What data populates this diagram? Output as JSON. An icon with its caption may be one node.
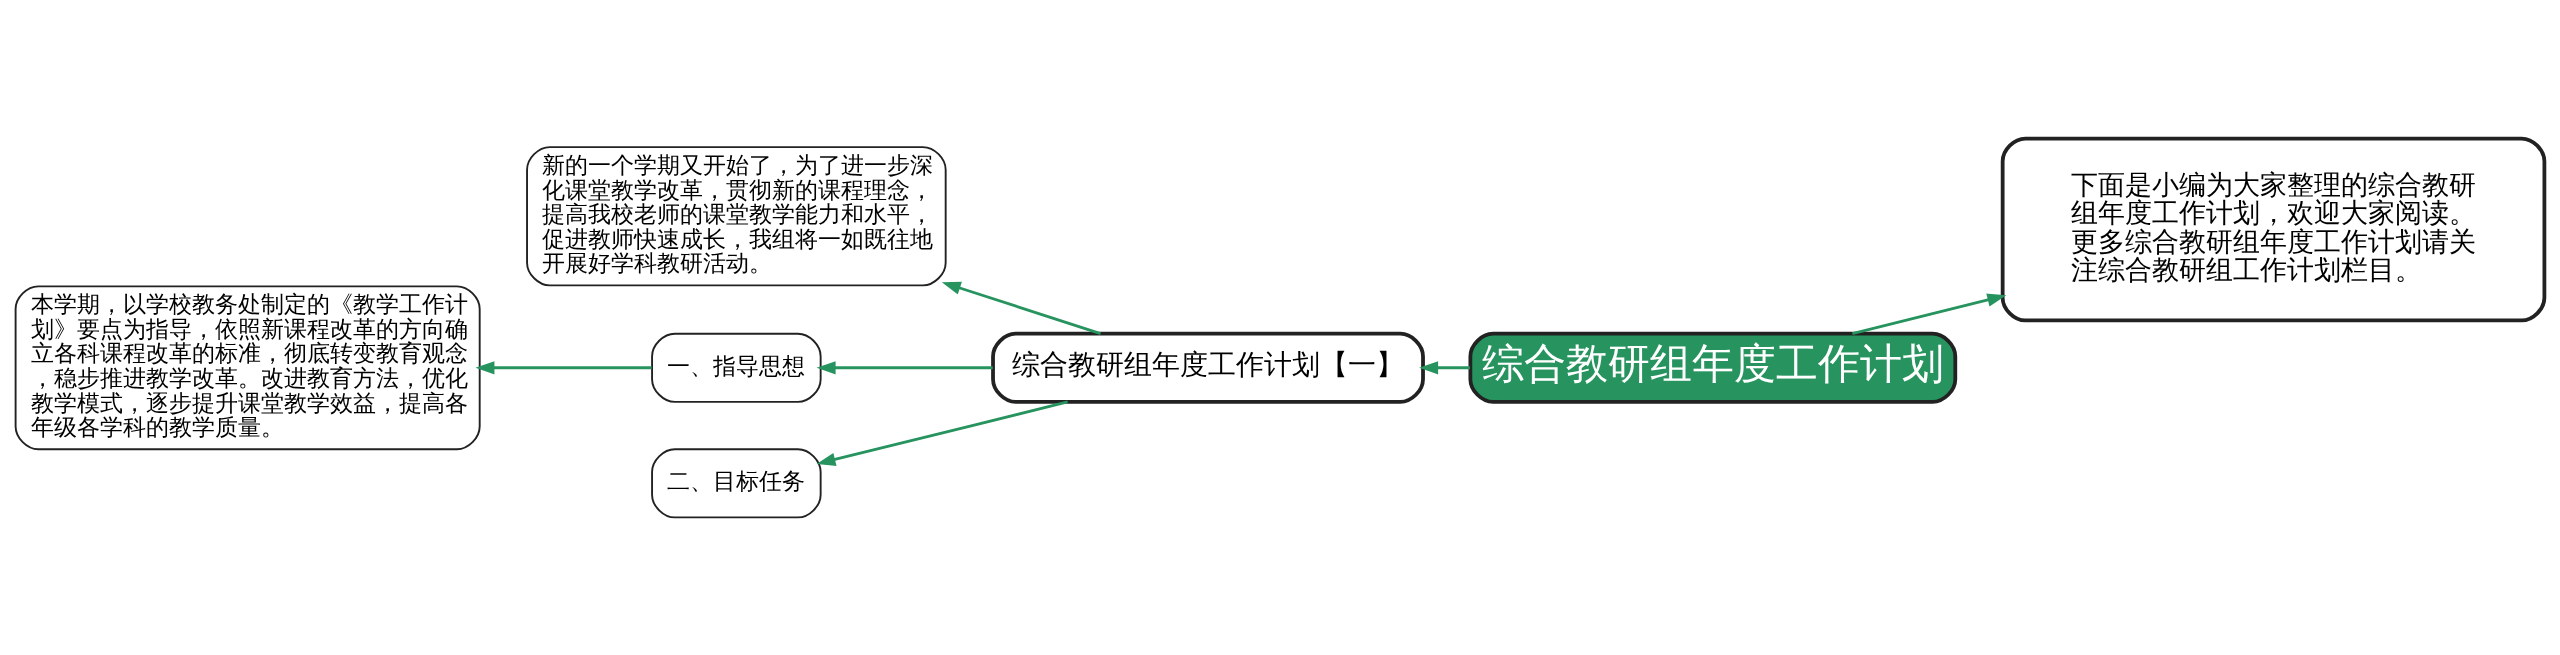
{
  "diagram": {
    "nodes": [
      {
        "text": [
          "综合教研组年度工作计划"
        ]
      },
      {
        "text": [
          "下面是小编为大家整理的综合教研组年度工作计划，欢迎大家阅读。更多综合教研组年度工作计划请关注综合教研组工作计划栏目。"
        ]
      },
      {
        "text": [
          "综合教研组年度工作计划【一】"
        ]
      },
      {
        "text": [
          "新的一个学期又开始了，为了进一步深化课堂教学改革，贯彻新的课程理念，提高我校老师的课堂教学能力和水平，促进教师快速成长，我组将一如既往地开展好学科教研活动。"
        ]
      },
      {
        "text": [
          "一、指导思想"
        ]
      },
      {
        "text": [
          "本学期，以学校教务处制定的《教学工作计划》要点为指导，依照新课程改革的方向确立各科课程改革的标准，彻底转变教育观念，稳步推进教学改革。改进教育方法，优化教学模式，逐步提升课堂教学效益，提高各年级各学科的教学质量。"
        ]
      },
      {
        "text": [
          "二、目标任务"
        ]
      }
    ],
    "edges": [
      {
        "from": 0,
        "to": 1,
        "arrow": "to"
      },
      {
        "from": 0,
        "to": 2,
        "arrow": "to"
      },
      {
        "from": 2,
        "to": 3,
        "arrow": "to"
      },
      {
        "from": 2,
        "to": 4,
        "arrow": "to"
      },
      {
        "from": 4,
        "to": 5,
        "arrow": "to"
      },
      {
        "from": 2,
        "to": 6,
        "arrow": "to"
      }
    ]
  }
}
